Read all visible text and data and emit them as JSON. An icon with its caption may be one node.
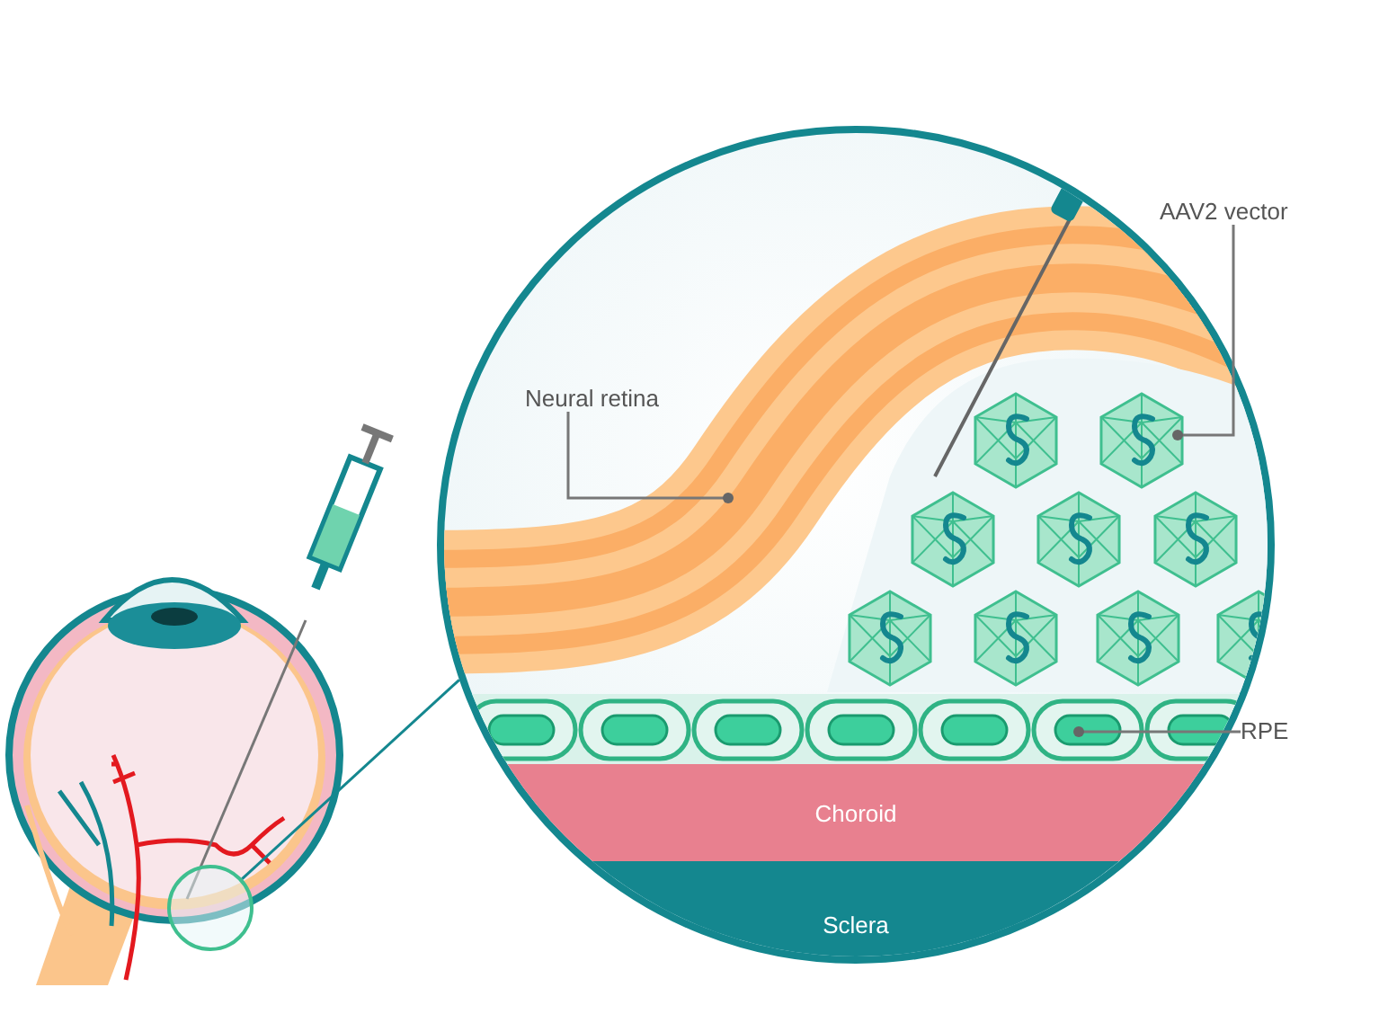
{
  "diagram": {
    "nodes": [
      {
        "text": [],
        "shape": "circle"
      },
      {
        "text": [],
        "shape": "circle"
      },
      {
        "text": [
          "Neural retina"
        ],
        "in": 1
      },
      {
        "text": [
          "AAV2 vector"
        ]
      },
      {
        "text": [
          "RPE"
        ]
      },
      {
        "text": [
          "Choroid"
        ],
        "in": 1
      },
      {
        "text": [
          "Sclera"
        ],
        "in": 1
      }
    ],
    "edges": [
      {
        "from": 0,
        "to": 1,
        "arrow": "none",
        "color": "#14878f"
      },
      {
        "from": 2,
        "to": null,
        "arrow": "none"
      },
      {
        "from": 3,
        "to": null,
        "arrow": "none"
      },
      {
        "from": 4,
        "to": null,
        "arrow": "none"
      }
    ]
  }
}
